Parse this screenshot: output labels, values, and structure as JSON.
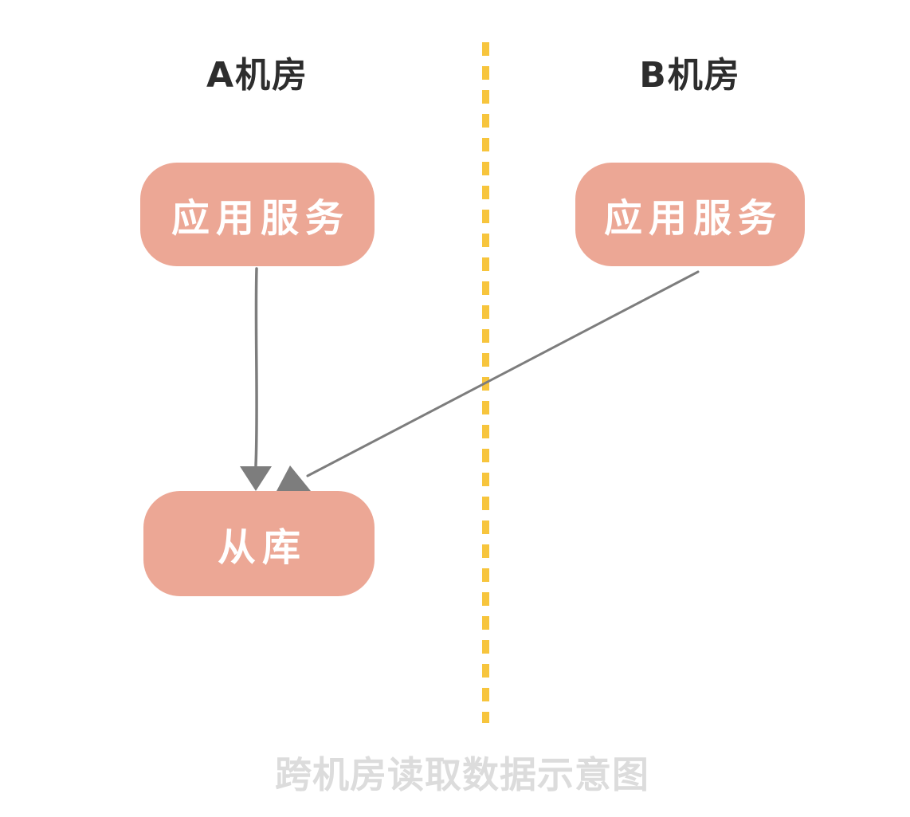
{
  "zones": {
    "a": {
      "label": "A机房"
    },
    "b": {
      "label": "B机房"
    }
  },
  "nodes": {
    "app_a": {
      "label": "应用服务"
    },
    "app_b": {
      "label": "应用服务"
    },
    "slave_db": {
      "label": "从库"
    }
  },
  "edges": [
    {
      "from": "app_a",
      "to": "slave_db",
      "style": "solid",
      "arrow": "into-slave-db"
    },
    {
      "from": "app_b",
      "to": "slave_db",
      "style": "solid",
      "arrow": "into-slave-db",
      "crosses": "zone-divider"
    }
  ],
  "divider": {
    "orientation": "vertical",
    "style": "dashed",
    "color": "#F7C53D"
  },
  "caption": {
    "text": "跨机房读取数据示意图"
  },
  "colors": {
    "node_fill": "#ECA795",
    "node_text": "#FFFFFF",
    "zone_title": "#2D2D2D",
    "arrow": "#7D7D7D",
    "divider": "#F7C53D",
    "caption": "#DCDCDC",
    "background": "#FFFFFF"
  }
}
